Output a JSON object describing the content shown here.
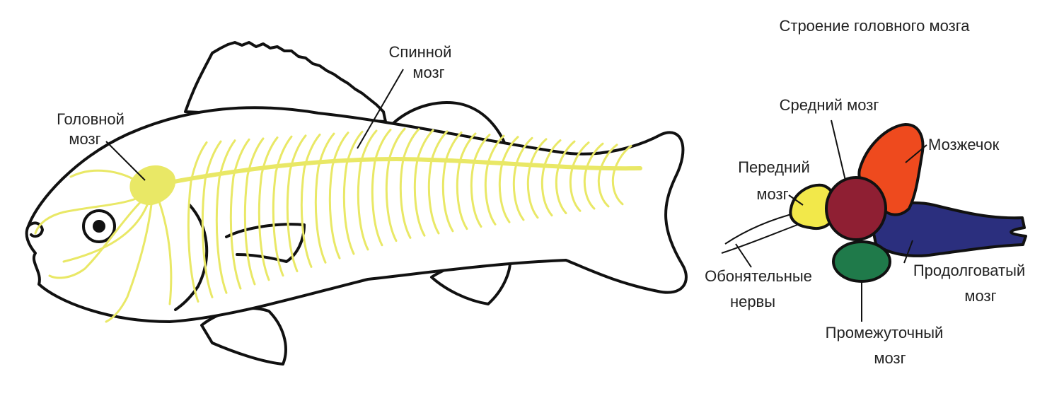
{
  "title": "Строение головного мозга",
  "fish_labels": {
    "brain_line1": "Головной",
    "brain_line2": "мозг",
    "spinal_line1": "Спинной",
    "spinal_line2": "мозг"
  },
  "brain_labels": {
    "midbrain": "Средний мозг",
    "cerebellum": "Мозжечок",
    "forebrain_line1": "Передний",
    "forebrain_line2": "мозг",
    "olfactory_line1": "Обонятельные",
    "olfactory_line2": "нервы",
    "medulla_line1": "Продолговатый",
    "medulla_line2": "мозг",
    "diencephalon_line1": "Промежуточный",
    "diencephalon_line2": "мозг"
  },
  "colors": {
    "nerve_yellow": "#e9e866",
    "forebrain": "#f2e84a",
    "midbrain": "#8f1f33",
    "cerebellum": "#ee4a1e",
    "medulla": "#2b2f7e",
    "diencephalon": "#1f7a4a",
    "outline": "#111111"
  }
}
